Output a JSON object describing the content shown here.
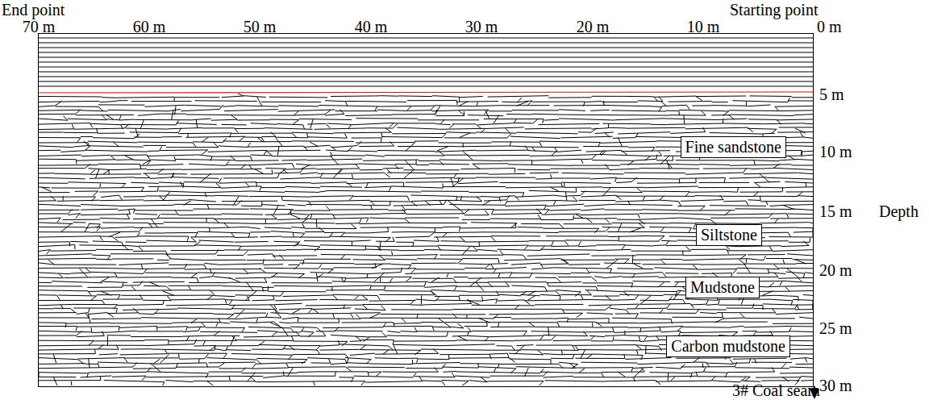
{
  "diagram": {
    "nodes": [
      {
        "text": [
          "Fine sandstone"
        ]
      },
      {
        "text": [
          "Siltstone"
        ]
      },
      {
        "text": [
          "Mudstone"
        ]
      },
      {
        "text": [
          "Carbon mudstone"
        ]
      }
    ],
    "labels": [
      "End point",
      "Starting point",
      "70 m",
      "60 m",
      "50 m",
      "40 m",
      "30 m",
      "20 m",
      "10 m",
      "0 m",
      "5 m",
      "10 m",
      "15 m",
      "20 m",
      "25 m",
      "30 m",
      "Depth",
      "3# Coal seam"
    ]
  }
}
